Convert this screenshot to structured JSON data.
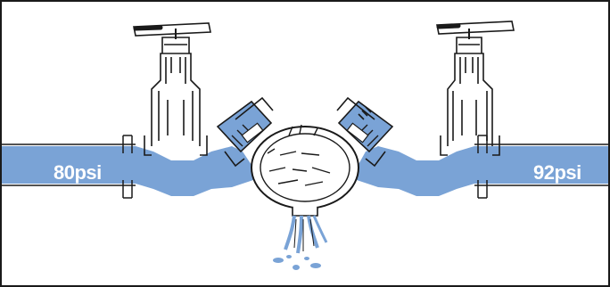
{
  "diagram": {
    "inlet_pressure_label": "80psi",
    "outlet_pressure_label": "92psi",
    "colors": {
      "water": "#7aa3d6",
      "outline": "#1a1a1a",
      "background": "#ffffff"
    },
    "components": [
      "inlet-pipe",
      "left-shutoff-valve",
      "left-handwheel-icon",
      "left-check-valve",
      "relief-valve-chamber",
      "right-check-valve",
      "right-shutoff-valve",
      "right-handwheel-icon",
      "outlet-pipe",
      "water-discharge-drips"
    ]
  }
}
